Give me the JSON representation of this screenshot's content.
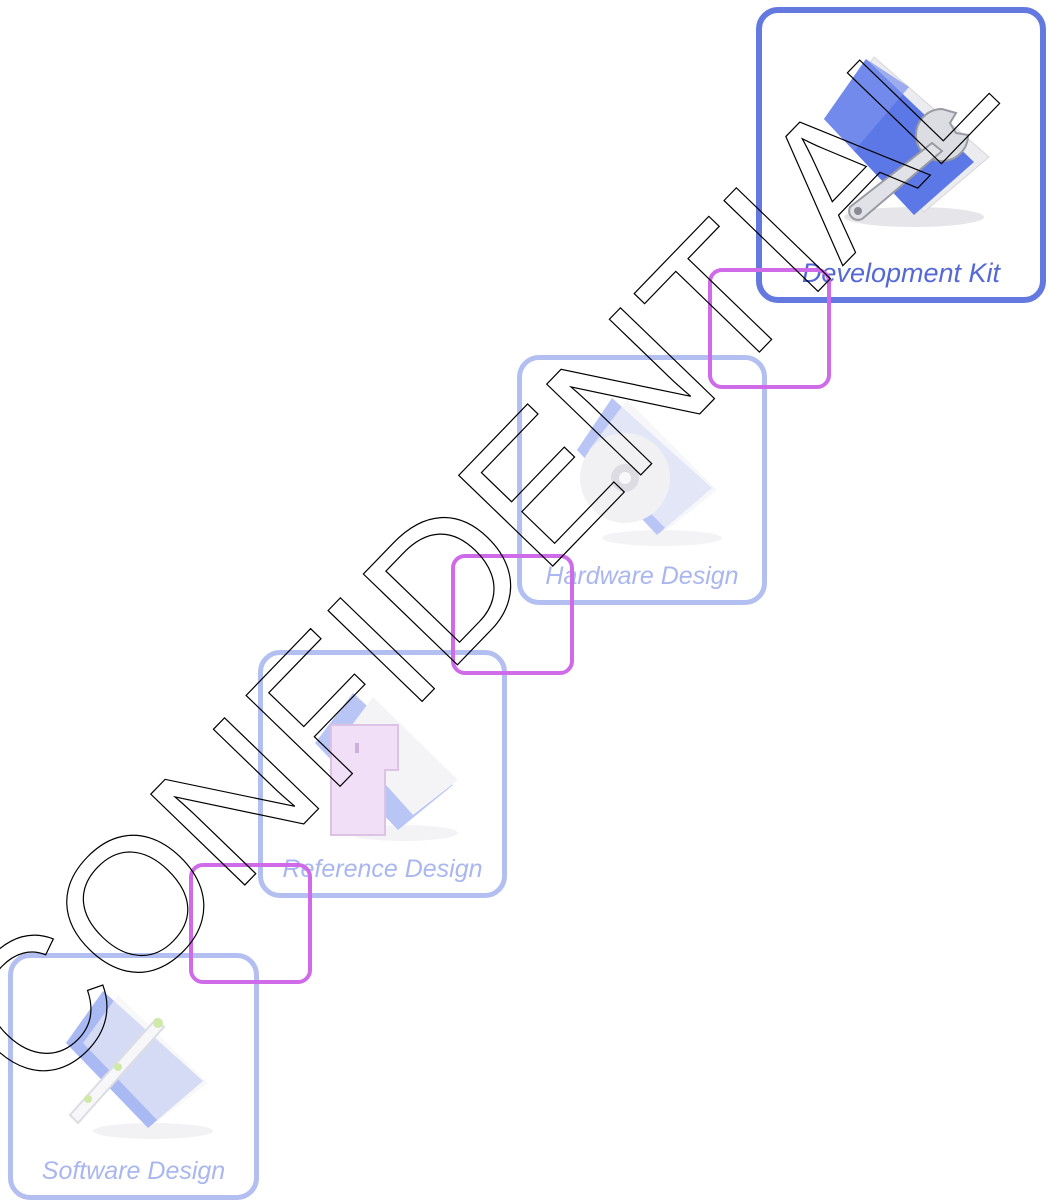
{
  "diagram": {
    "tiles": [
      {
        "id": "software",
        "label": "Software Design",
        "icon": "pen-folder-icon",
        "state": "faded"
      },
      {
        "id": "reference",
        "label": "Reference Design",
        "icon": "document-folder-icon",
        "state": "faded"
      },
      {
        "id": "hardware",
        "label": "Hardware Design",
        "icon": "disc-folder-icon",
        "state": "faded"
      },
      {
        "id": "devkit",
        "label": "Development Kit",
        "icon": "wrench-folder-icon",
        "state": "active"
      }
    ],
    "connector_color": "#cf6be8",
    "active_color": "#6479e0",
    "faded_color": "#b3bff0"
  },
  "watermark": {
    "text": "CONFIDENTIAL"
  }
}
